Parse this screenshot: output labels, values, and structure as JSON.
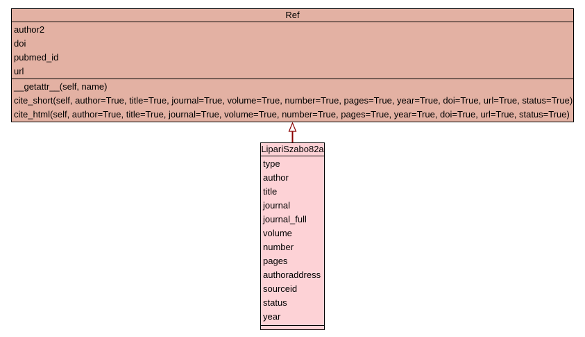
{
  "parent_class": {
    "name": "Ref",
    "attributes": [
      "author2",
      "doi",
      "pubmed_id",
      "url"
    ],
    "methods": [
      "__getattr__(self, name)",
      "cite_short(self, author=True, title=True, journal=True, volume=True, number=True, pages=True, year=True, doi=True, url=True, status=True)",
      "cite_html(self, author=True, title=True, journal=True, volume=True, number=True, pages=True, year=True, doi=True, url=True, status=True)"
    ],
    "fill_color": "#e3b1a3"
  },
  "child_class": {
    "name": "LipariSzabo82a",
    "attributes": [
      "type",
      "author",
      "title",
      "journal",
      "journal_full",
      "volume",
      "number",
      "pages",
      "authoraddress",
      "sourceid",
      "status",
      "year"
    ],
    "methods": [],
    "fill_color": "#fdd2d6"
  },
  "relationship": {
    "type": "inheritance",
    "color": "#8b0000"
  }
}
